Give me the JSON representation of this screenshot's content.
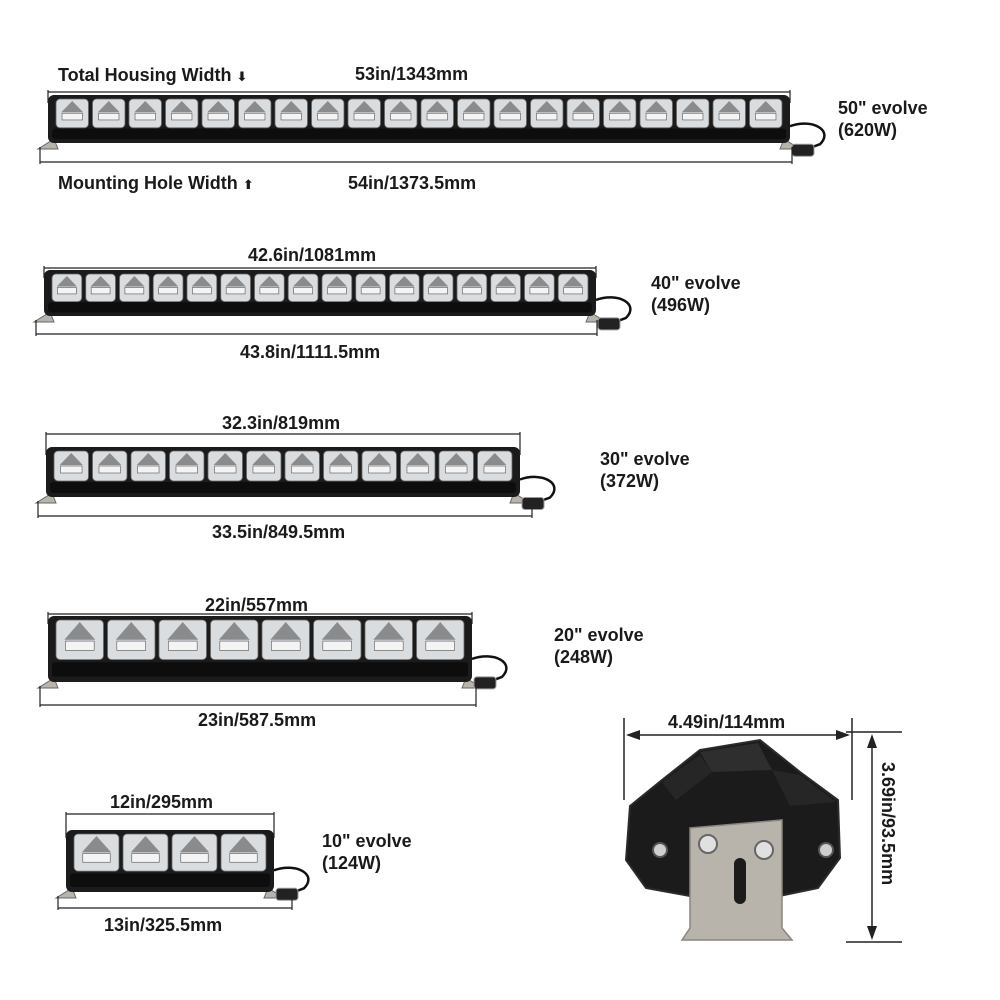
{
  "labels": {
    "total_housing_width": "Total Housing Width",
    "mounting_hole_width": "Mounting Hole Width",
    "down_arrow": "⬇",
    "up_arrow": "⬆"
  },
  "bars": [
    {
      "size": "50\" evolve",
      "power": "(620W)",
      "housing": "53in/1343mm",
      "mounting": "54in/1373.5mm",
      "modules": 20
    },
    {
      "size": "40\" evolve",
      "power": "(496W)",
      "housing": "42.6in/1081mm",
      "mounting": "43.8in/1111.5mm",
      "modules": 16
    },
    {
      "size": "30\" evolve",
      "power": "(372W)",
      "housing": "32.3in/819mm",
      "mounting": "33.5in/849.5mm",
      "modules": 12
    },
    {
      "size": "20\" evolve",
      "power": "(248W)",
      "housing": "22in/557mm",
      "mounting": "23in/587.5mm",
      "modules": 8
    },
    {
      "size": "10\" evolve",
      "power": "(124W)",
      "housing": "12in/295mm",
      "mounting": "13in/325.5mm",
      "modules": 4
    }
  ],
  "side_view": {
    "width": "4.49in/114mm",
    "height": "3.69in/93.5mm"
  },
  "colors": {
    "housing": "#1b1b1b",
    "lens": "#d9dde0",
    "bracket": "#b8b4ac",
    "dimension_line": "#222222"
  }
}
